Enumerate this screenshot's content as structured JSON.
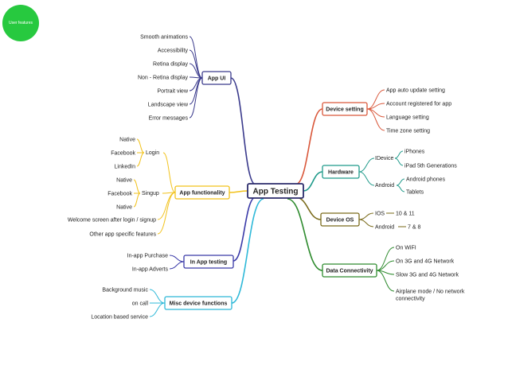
{
  "badge": {
    "label": "User features",
    "color": "#27c93f"
  },
  "root": {
    "label": "App Testing"
  },
  "branches": [
    {
      "id": "app-ui",
      "label": "App UI",
      "color": "#3a3a8c",
      "leaves": [
        "Smooth animations",
        "Accessibility",
        "Retina display",
        "Non - Retina display",
        "Portrait view",
        "Landscape view",
        "Error messages"
      ]
    },
    {
      "id": "app-functionality",
      "label": "App functionality",
      "color": "#f2c21b",
      "groups": [
        {
          "label": "Login",
          "leaves": [
            "Native",
            "Facebook",
            "LinkedIn"
          ]
        },
        {
          "label": "Singup",
          "leaves": [
            "Native",
            "Facebook",
            "Native"
          ]
        }
      ],
      "leaves": [
        "Welcome screen after login / signup",
        "Other app specific features"
      ]
    },
    {
      "id": "in-app-testing",
      "label": "In App testing",
      "color": "#3a3aa8",
      "leaves": [
        "In-app Purchase",
        "In-app Adverts"
      ]
    },
    {
      "id": "misc-device-functions",
      "label": "Misc device functions",
      "color": "#2db8d8",
      "leaves": [
        "Background music",
        "on call",
        "Location based service"
      ]
    },
    {
      "id": "device-setting",
      "label": "Device setting",
      "color": "#d9573a",
      "leaves": [
        "App auto update  setting",
        "Account registered for app",
        "Language setting",
        "Time zone setting"
      ]
    },
    {
      "id": "hardware",
      "label": "Hardware",
      "color": "#1f9a8a",
      "groups": [
        {
          "label": "IDevice",
          "leaves": [
            "iPhones",
            "iPad 5th Generations"
          ]
        },
        {
          "label": "Android",
          "leaves": [
            "Android phones",
            "Tablets"
          ]
        }
      ]
    },
    {
      "id": "device-os",
      "label": "Device OS",
      "color": "#7a6a1a",
      "pairs": [
        {
          "label": "IOS",
          "value": "10 & 11"
        },
        {
          "label": "Android",
          "value": "7 & 8"
        }
      ]
    },
    {
      "id": "data-connectivity",
      "label": "Data Connectivity",
      "color": "#2e8b2e",
      "leaves": [
        "On WiFI",
        "On 3G and 4G Network",
        "Slow 3G and 4G Network",
        "Airplane mode / No network",
        "connectivity"
      ]
    }
  ]
}
